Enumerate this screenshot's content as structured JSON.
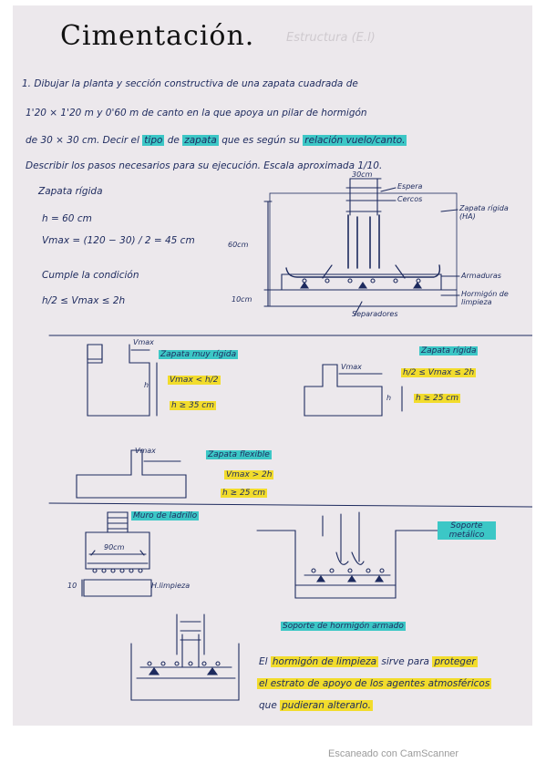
{
  "title": "Cimentación.",
  "ghost_text": "Estructura (E.l)",
  "problem": {
    "line1": "1. Dibujar la planta y sección constructiva de una zapata cuadrada de",
    "line2": "1'20 × 1'20 m y 0'60 m de canto en la que apoya un pilar de hormigón",
    "line3_a": "de 30 × 30 cm. Decir el",
    "line3_tipo": "tipo",
    "line3_de": "de",
    "line3_zapata": "zapata",
    "line3_b": "que es según su",
    "line3_rel": "relación vuelo/canto.",
    "line4": "Describir los pasos necesarios para su ejecución. Escala aproximada 1/10."
  },
  "calc": {
    "heading": "Zapata rígida",
    "h": "h = 60 cm",
    "vmax": "Vmax = (120 − 30) / 2 = 45 cm",
    "cumple": "Cumple la condición",
    "cond": "h/2 ≤ Vmax ≤ 2h"
  },
  "section_labels": {
    "top_width": "30cm",
    "espera": "Espera",
    "cercos": "Cercos",
    "zapata_rigida": "Zapata rígida (HA)",
    "dim_60": "60cm",
    "armaduras": "Armaduras",
    "hormigon_limpieza": "Hormigón de limpieza",
    "dim_10": "10cm",
    "separadores": "Separadores"
  },
  "types": {
    "muy_rigida": {
      "label": "Zapata muy rígida",
      "cond": "Vmax < h/2",
      "h": "h ≥ 35 cm",
      "vmax": "Vmax",
      "hlabel": "h"
    },
    "rigida": {
      "label": "Zapata rígida",
      "cond": "h/2 ≤ Vmax ≤ 2h",
      "h": "h ≥ 25 cm",
      "vmax": "Vmax",
      "hlabel": "h"
    },
    "flexible": {
      "label": "Zapata flexible",
      "cond": "Vmax > 2h",
      "h": "h ≥ 25 cm",
      "vmax": "Vmax"
    }
  },
  "bottom": {
    "muro": "Muro de ladrillo",
    "dim_90": "90cm",
    "dim_10": "10",
    "hlimpieza": "H.limpieza",
    "soporte_metalico": "Soporte metálico",
    "soporte_hormigon": "Soporte de hormigón armado",
    "note_a": "El",
    "note_hl1": "hormigón de limpieza",
    "note_b": "sirve",
    "note_c": "para",
    "note_hl2": "proteger",
    "note_hl3": "el estrato de apoyo de los agentes atmosféricos",
    "note_d": "que",
    "note_hl4": "pudieran alterarlo."
  },
  "footer": "Escaneado con CamScanner",
  "colors": {
    "ink": "#1d2a5e",
    "highlight_cyan": "#3cc7c6",
    "highlight_yellow": "#f2dc2c",
    "paper": "#ece8ec"
  }
}
